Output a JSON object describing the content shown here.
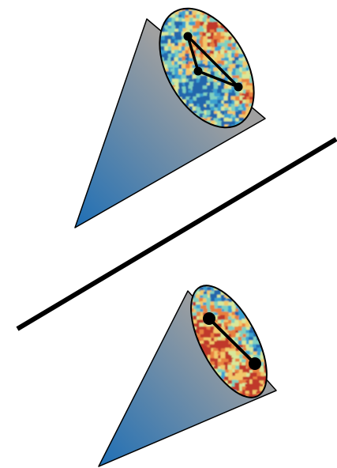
{
  "diagram": {
    "cones": [
      {
        "id": "upper",
        "points": 3,
        "edges": [
          [
            0,
            1
          ],
          [
            1,
            2
          ],
          [
            2,
            0
          ]
        ]
      },
      {
        "id": "lower",
        "points": 2,
        "edges": [
          [
            0,
            1
          ]
        ]
      }
    ],
    "colors": {
      "background": "#ffffff",
      "outline": "#000000",
      "cone_tip": "#1f6fb5",
      "cone_base": "#a0a0a0",
      "divider": "#000000",
      "map_palette": [
        "#2166ac",
        "#3aa0d0",
        "#7fd0c0",
        "#d8e89a",
        "#f2c86a",
        "#e8813f",
        "#c0392b"
      ]
    },
    "elements": [
      "divider-line",
      "upper-cone",
      "upper-triangle",
      "lower-cone",
      "lower-segment"
    ]
  }
}
